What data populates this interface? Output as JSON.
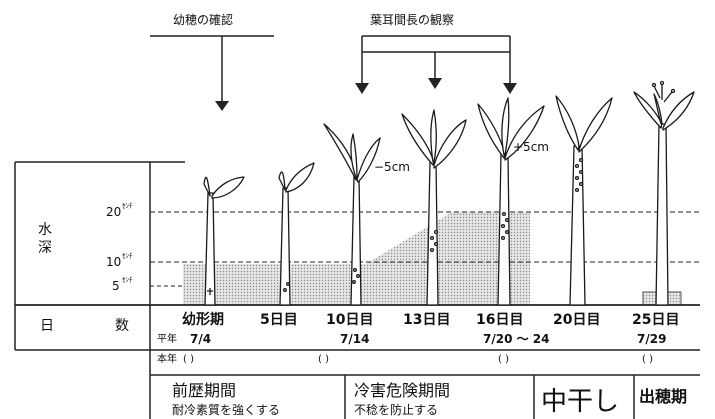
{
  "annotations": {
    "panicle_check": "幼穂の確認",
    "auricle_observation": "葉耳間長の観察",
    "minus5": "−5cm",
    "plus5": "+5cm"
  },
  "axis": {
    "water_depth": "水深",
    "d20": "20",
    "d10": "10",
    "d5": "5",
    "unit": "ｾﾝﾁ",
    "days_label": "日",
    "days_label2": "数"
  },
  "stages": [
    {
      "label": "幼形期"
    },
    {
      "label": "5日目"
    },
    {
      "label": "10日目"
    },
    {
      "label": "13日目"
    },
    {
      "label": "16日目"
    },
    {
      "label": "20日目"
    },
    {
      "label": "25日目"
    }
  ],
  "dates": {
    "normal_year_label": "平年",
    "this_year_label": "本年",
    "d1": "7/4",
    "d2": "7/14",
    "d3": "7/20 〜 24",
    "d4": "7/29",
    "paren": "(        )"
  },
  "periods": {
    "p1_title": "前歴期間",
    "p1_sub": "耐冷素質を強くする",
    "p2_title": "冷害危険期間",
    "p2_sub": "不稔を防止する",
    "p3_title": "中干し",
    "p4_title": "出穂期"
  }
}
